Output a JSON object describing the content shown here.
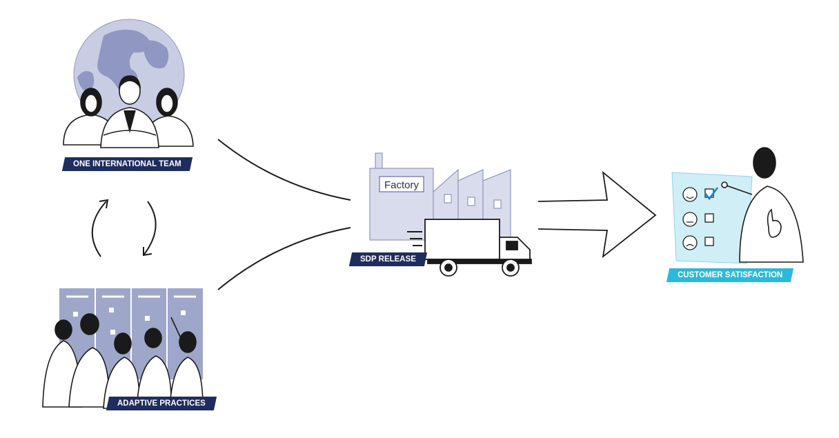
{
  "nodes": {
    "team": {
      "label": "ONE INTERNATIONAL TEAM"
    },
    "practices": {
      "label": "ADAPTIVE PRACTICES"
    },
    "release": {
      "label": "SDP RELEASE",
      "factory_sign": "Factory"
    },
    "satisfaction": {
      "label": "CUSTOMER SATISFACTION"
    }
  },
  "colors": {
    "navy_label": "#1f2c5e",
    "cyan_label": "#29b9dc",
    "globe": "#c9cde3",
    "globe_land": "#8f97c2",
    "factory": "#d9dcec",
    "kanban_board": "#9ea6c9",
    "screen": "#cfeef6",
    "line": "#1a1a1a"
  },
  "icons": [
    "globe-icon",
    "team-people-icon",
    "cycle-arrows-icon",
    "kanban-board-icon",
    "factory-icon",
    "truck-icon",
    "big-arrow-icon",
    "smiley-checklist-icon",
    "presenter-icon"
  ]
}
